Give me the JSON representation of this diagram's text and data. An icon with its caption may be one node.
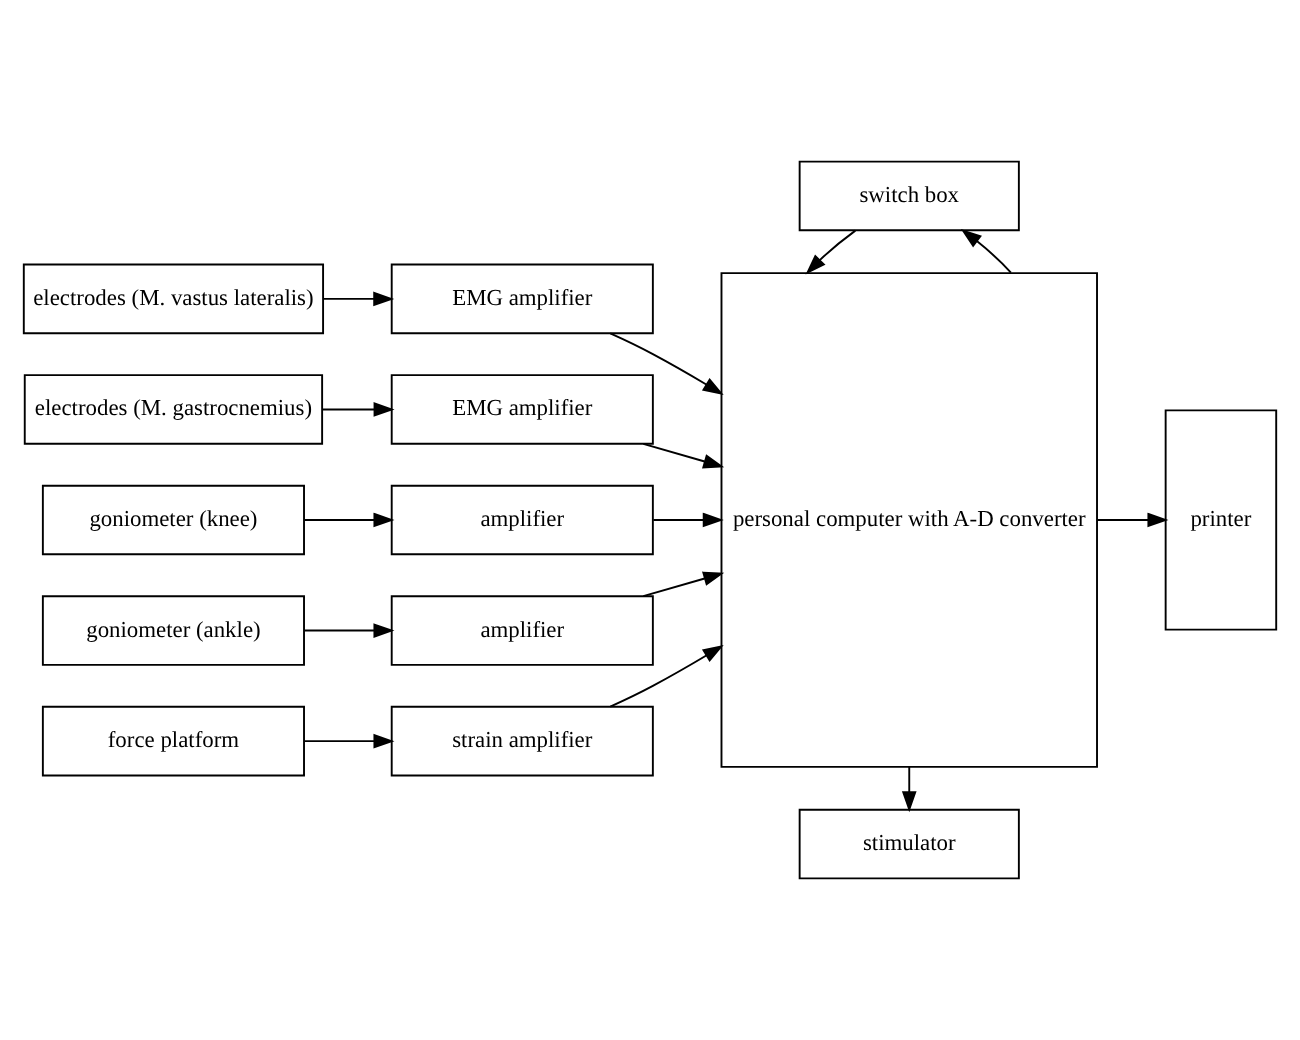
{
  "diagram": {
    "nodes": [
      {
        "text": [
          "stimulator"
        ]
      },
      {
        "text": [
          "electrodes (M. vastus lateralis)"
        ]
      },
      {
        "text": [
          "EMG amplifier"
        ]
      },
      {
        "text": [
          "electrodes (M. gastrocnemius)"
        ]
      },
      {
        "text": [
          "EMG amplifier"
        ]
      },
      {
        "text": [
          "goniometer (knee)"
        ]
      },
      {
        "text": [
          "amplifier"
        ]
      },
      {
        "text": [
          "goniometer (ankle)"
        ]
      },
      {
        "text": [
          "amplifier"
        ]
      },
      {
        "text": [
          "force platform"
        ]
      },
      {
        "text": [
          "strain amplifier"
        ]
      },
      {
        "text": [
          "personal computer with A-D converter"
        ]
      },
      {
        "text": [
          "printer"
        ]
      },
      {
        "text": [
          "switch box"
        ]
      }
    ],
    "edges": [
      {
        "from": 1,
        "to": 2,
        "arrow": "to"
      },
      {
        "from": 2,
        "to": 11,
        "arrow": "to"
      },
      {
        "from": 3,
        "to": 4,
        "arrow": "to"
      },
      {
        "from": 4,
        "to": 11,
        "arrow": "to"
      },
      {
        "from": 5,
        "to": 6,
        "arrow": "to"
      },
      {
        "from": 6,
        "to": 11,
        "arrow": "to"
      },
      {
        "from": 7,
        "to": 8,
        "arrow": "to"
      },
      {
        "from": 8,
        "to": 11,
        "arrow": "to"
      },
      {
        "from": 9,
        "to": 10,
        "arrow": "to"
      },
      {
        "from": 10,
        "to": 11,
        "arrow": "to"
      },
      {
        "from": 11,
        "to": 0,
        "arrow": "to"
      },
      {
        "from": 11,
        "to": 12,
        "arrow": "to"
      },
      {
        "from": 11,
        "to": 13,
        "arrow": "to"
      },
      {
        "from": 13,
        "to": 11,
        "arrow": "to"
      }
    ]
  }
}
